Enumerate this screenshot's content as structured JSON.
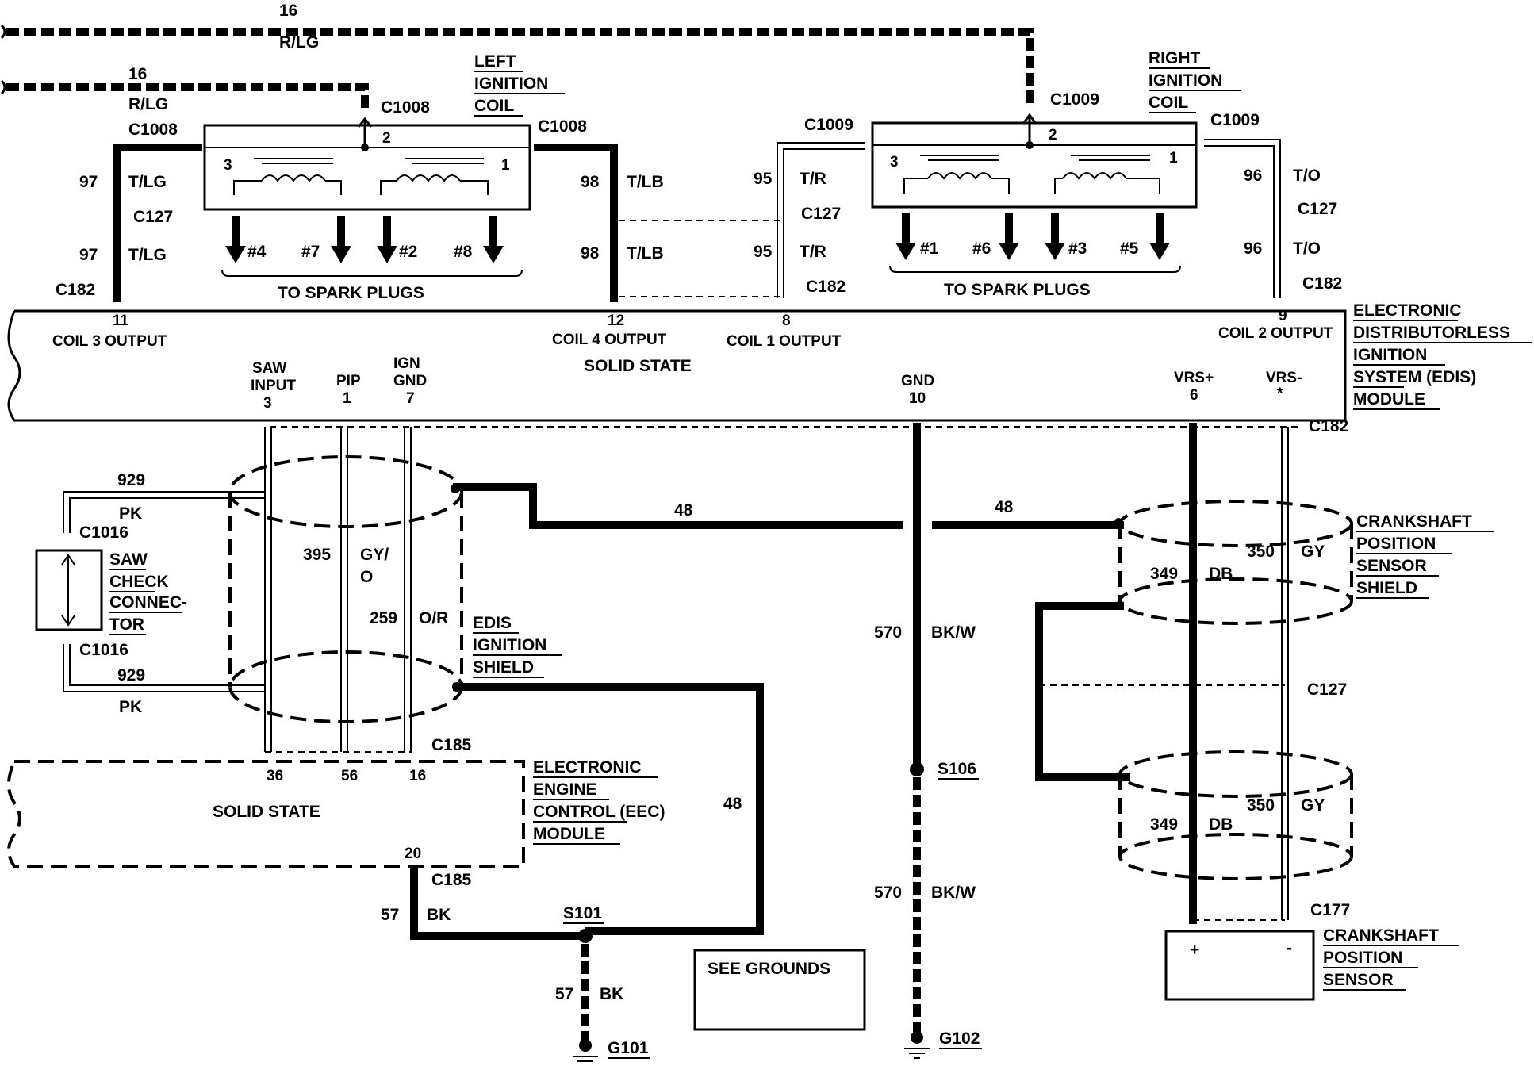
{
  "wires": {
    "top_gauge": "16",
    "top_color": "R/LG",
    "second_gauge": "16",
    "second_color": "R/LG",
    "w97": "97",
    "tlg": "T/LG",
    "w98": "98",
    "tlb": "T/LB",
    "w95": "95",
    "tr": "T/R",
    "w96": "96",
    "to": "T/O",
    "w929": "929",
    "pk": "PK",
    "w395": "395",
    "gyo_1": "GY/",
    "gyo_2": "O",
    "w259": "259",
    "or": "O/R",
    "w48": "48",
    "w570": "570",
    "bkw": "BK/W",
    "w349": "349",
    "db": "DB",
    "w350": "350",
    "gy": "GY",
    "w57": "57",
    "bk": "BK"
  },
  "connectors": {
    "c1008": "C1008",
    "c1009": "C1009",
    "c127": "C127",
    "c182": "C182",
    "c1016": "C1016",
    "c185": "C185",
    "c177": "C177",
    "s101": "S101",
    "s106": "S106",
    "g101": "G101",
    "g102": "G102"
  },
  "left_coil": {
    "l1": "LEFT",
    "l2": "IGNITION",
    "l3": "COIL",
    "p3": "3",
    "p2": "2",
    "p1": "1",
    "plugs": [
      "#4",
      "#7",
      "#2",
      "#8"
    ],
    "to_plugs": "TO SPARK PLUGS"
  },
  "right_coil": {
    "l1": "RIGHT",
    "l2": "IGNITION",
    "l3": "COIL",
    "p3": "3",
    "p2": "2",
    "p1": "1",
    "plugs": [
      "#1",
      "#6",
      "#3",
      "#5"
    ],
    "to_plugs": "TO SPARK PLUGS"
  },
  "edis": {
    "pin11": "11",
    "coil3": "COIL 3 OUTPUT",
    "pin12": "12",
    "coil4": "COIL 4 OUTPUT",
    "pin8": "8",
    "coil1": "COIL 1 OUTPUT",
    "pin9": "9",
    "coil2": "COIL 2 OUTPUT",
    "saw_1": "SAW",
    "saw_2": "INPUT",
    "saw_pin": "3",
    "pip": "PIP",
    "pip_pin": "1",
    "ign_1": "IGN",
    "ign_2": "GND",
    "ign_pin": "7",
    "gnd": "GND",
    "gnd_pin": "10",
    "vrsp": "VRS+",
    "vrsp_pin": "6",
    "vrsm": "VRS-",
    "vrsm_pin": "*",
    "solid_state": "SOLID STATE",
    "title": [
      "ELECTRONIC",
      "DISTRIBUTORLESS",
      "IGNITION",
      "SYSTEM (EDIS)",
      "MODULE"
    ]
  },
  "saw_check": [
    "SAW",
    "CHECK",
    "CONNEC-",
    "TOR"
  ],
  "edis_shield": [
    "EDIS",
    "IGNITION",
    "SHIELD"
  ],
  "eec": {
    "pin36": "36",
    "pin56": "56",
    "pin16": "16",
    "pin20": "20",
    "solid_state": "SOLID STATE",
    "title": [
      "ELECTRONIC",
      "ENGINE",
      "CONTROL (EEC)",
      "MODULE"
    ]
  },
  "ckp_shield": [
    "CRANKSHAFT",
    "POSITION",
    "SENSOR",
    "SHIELD"
  ],
  "ckp_sensor": {
    "title": [
      "CRANKSHAFT",
      "POSITION",
      "SENSOR"
    ],
    "plus": "+",
    "minus": "-"
  },
  "see_grounds": "SEE GROUNDS"
}
